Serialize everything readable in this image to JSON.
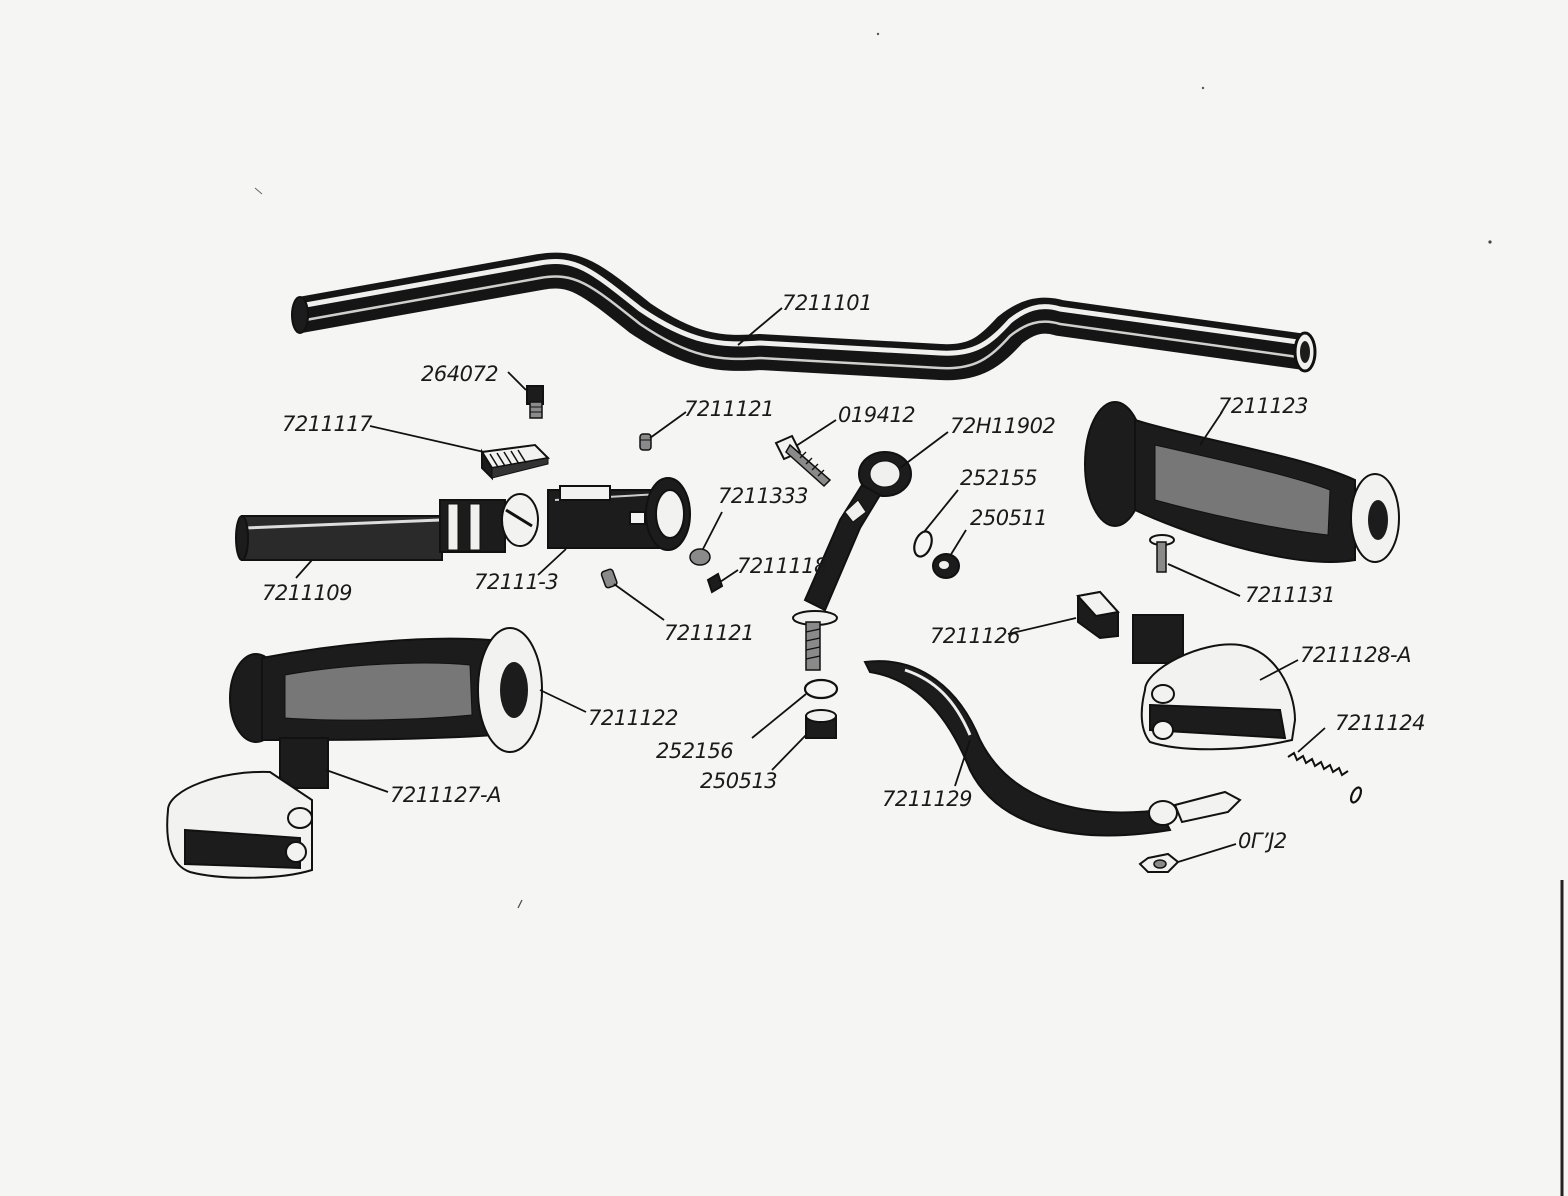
{
  "diagram": {
    "labels": [
      {
        "id": "p7211101",
        "text": "7211101"
      },
      {
        "id": "p264072",
        "text": "264072"
      },
      {
        "id": "p7211117",
        "text": "7211117"
      },
      {
        "id": "p7211121a",
        "text": "7211121"
      },
      {
        "id": "p019412",
        "text": "019412"
      },
      {
        "id": "p72H11902",
        "text": "72H11902"
      },
      {
        "id": "p7211123",
        "text": "7211123"
      },
      {
        "id": "p252155",
        "text": "252155"
      },
      {
        "id": "p250511",
        "text": "250511"
      },
      {
        "id": "p7211333",
        "text": "7211333"
      },
      {
        "id": "p7211118",
        "text": "7211118"
      },
      {
        "id": "p7211109",
        "text": "7211109"
      },
      {
        "id": "p72111_3",
        "text": "72111-3"
      },
      {
        "id": "p7211121b",
        "text": "7211121"
      },
      {
        "id": "p7211131",
        "text": "7211131"
      },
      {
        "id": "p7211126",
        "text": "7211126"
      },
      {
        "id": "p7211128A",
        "text": "7211128-A"
      },
      {
        "id": "p7211122",
        "text": "7211122"
      },
      {
        "id": "p252156",
        "text": "252156"
      },
      {
        "id": "p250513",
        "text": "250513"
      },
      {
        "id": "p7211124",
        "text": "7211124"
      },
      {
        "id": "p7211127A",
        "text": "7211127-A"
      },
      {
        "id": "p7211129",
        "text": "7211129"
      },
      {
        "id": "p00J2",
        "text": "0Г’J2"
      }
    ]
  }
}
